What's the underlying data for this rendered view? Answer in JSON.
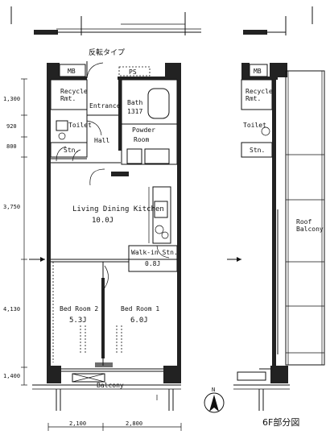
{
  "floorplan": {
    "top_note": "反転タイプ",
    "floor_caption": "6F部分図",
    "rooms": {
      "entrance": "Entrance",
      "bath": "Bath",
      "bath_size": "1317",
      "toilet": "Toilet",
      "hall": "Hall",
      "powder": "Powder",
      "powder2": "Room",
      "storage": "Stn.",
      "rcm": "Recycle\nRmt.",
      "ldk": "Living Dining Kitchen",
      "ldk_size": "10.0J",
      "walkin": "Walk-in Stn.",
      "walkin_sub": "0.8J",
      "bed2": "Bed Room 2",
      "bed2_size": "5.3J",
      "bed1": "Bed Room 1",
      "bed1_size": "6.0J",
      "balcony": "Balcony",
      "roof_balcony": "Roof\nBalcony",
      "mb": "MB",
      "ps": "PS"
    },
    "side_dims": [
      "1,300",
      "920",
      "800",
      "3,750",
      "4,130",
      "1,400"
    ],
    "bottom_dims": [
      "2,100",
      "2,800"
    ],
    "compass": "N"
  }
}
